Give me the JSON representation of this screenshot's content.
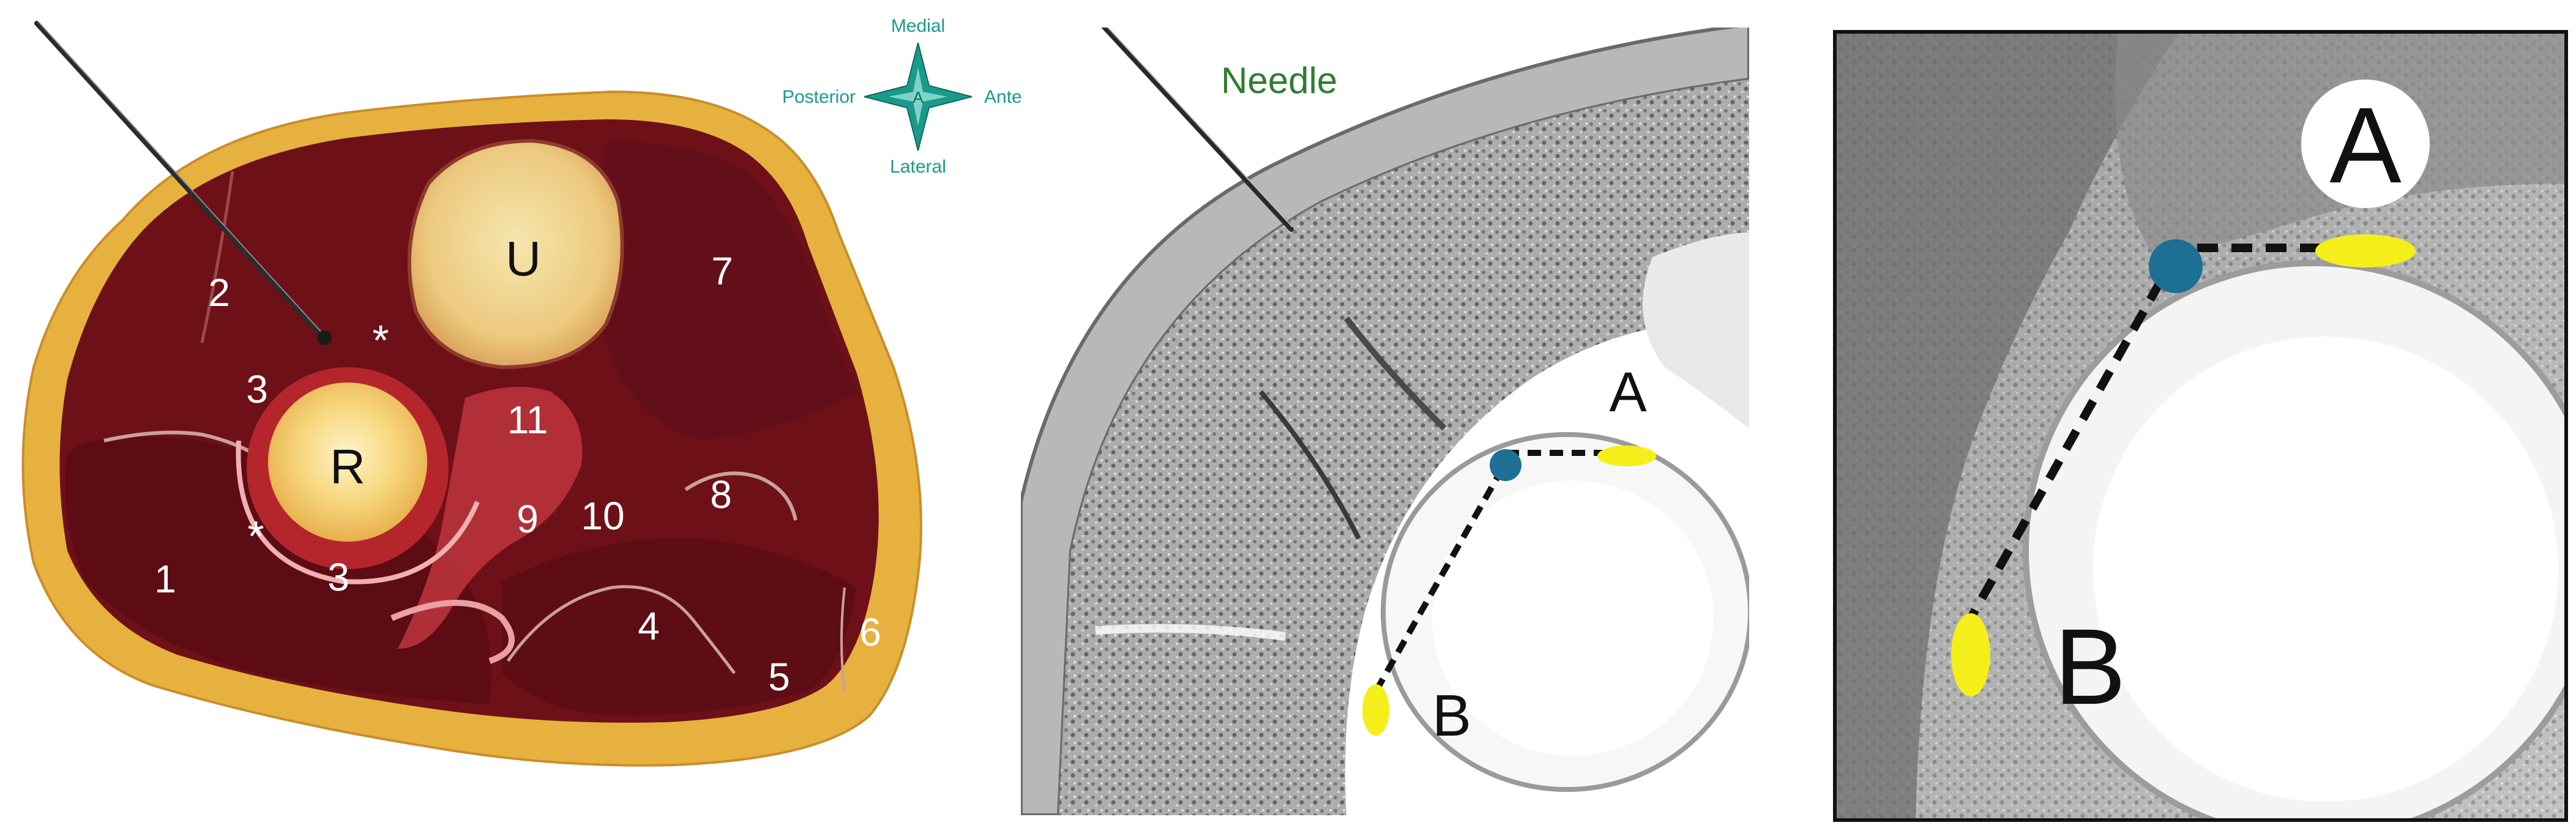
{
  "panel_left": {
    "compass": {
      "top": "Medial",
      "bottom": "Lateral",
      "left": "Posterior",
      "right": "Anterior",
      "center": "A"
    },
    "bones": {
      "ulna": "U",
      "radius": "R"
    },
    "muscle_numbers": [
      "1",
      "2",
      "3",
      "3",
      "4",
      "5",
      "6",
      "7",
      "8",
      "9",
      "10",
      "11"
    ],
    "asterisks": [
      "*",
      "*"
    ]
  },
  "panel_middle": {
    "needle_label": "Needle",
    "point_a": "A",
    "point_b": "B"
  },
  "panel_right": {
    "point_a": "A",
    "point_b": "B"
  },
  "colors": {
    "target_blue": "#1d6f94",
    "highlight_yellow": "#f4ef1a",
    "needle_label_green": "#2e7d32",
    "compass_teal": "#1a9a8a",
    "muscle_red": "#6e1018",
    "fat_yellow": "#e9b53c",
    "bone_center": "#fbe3a4"
  }
}
